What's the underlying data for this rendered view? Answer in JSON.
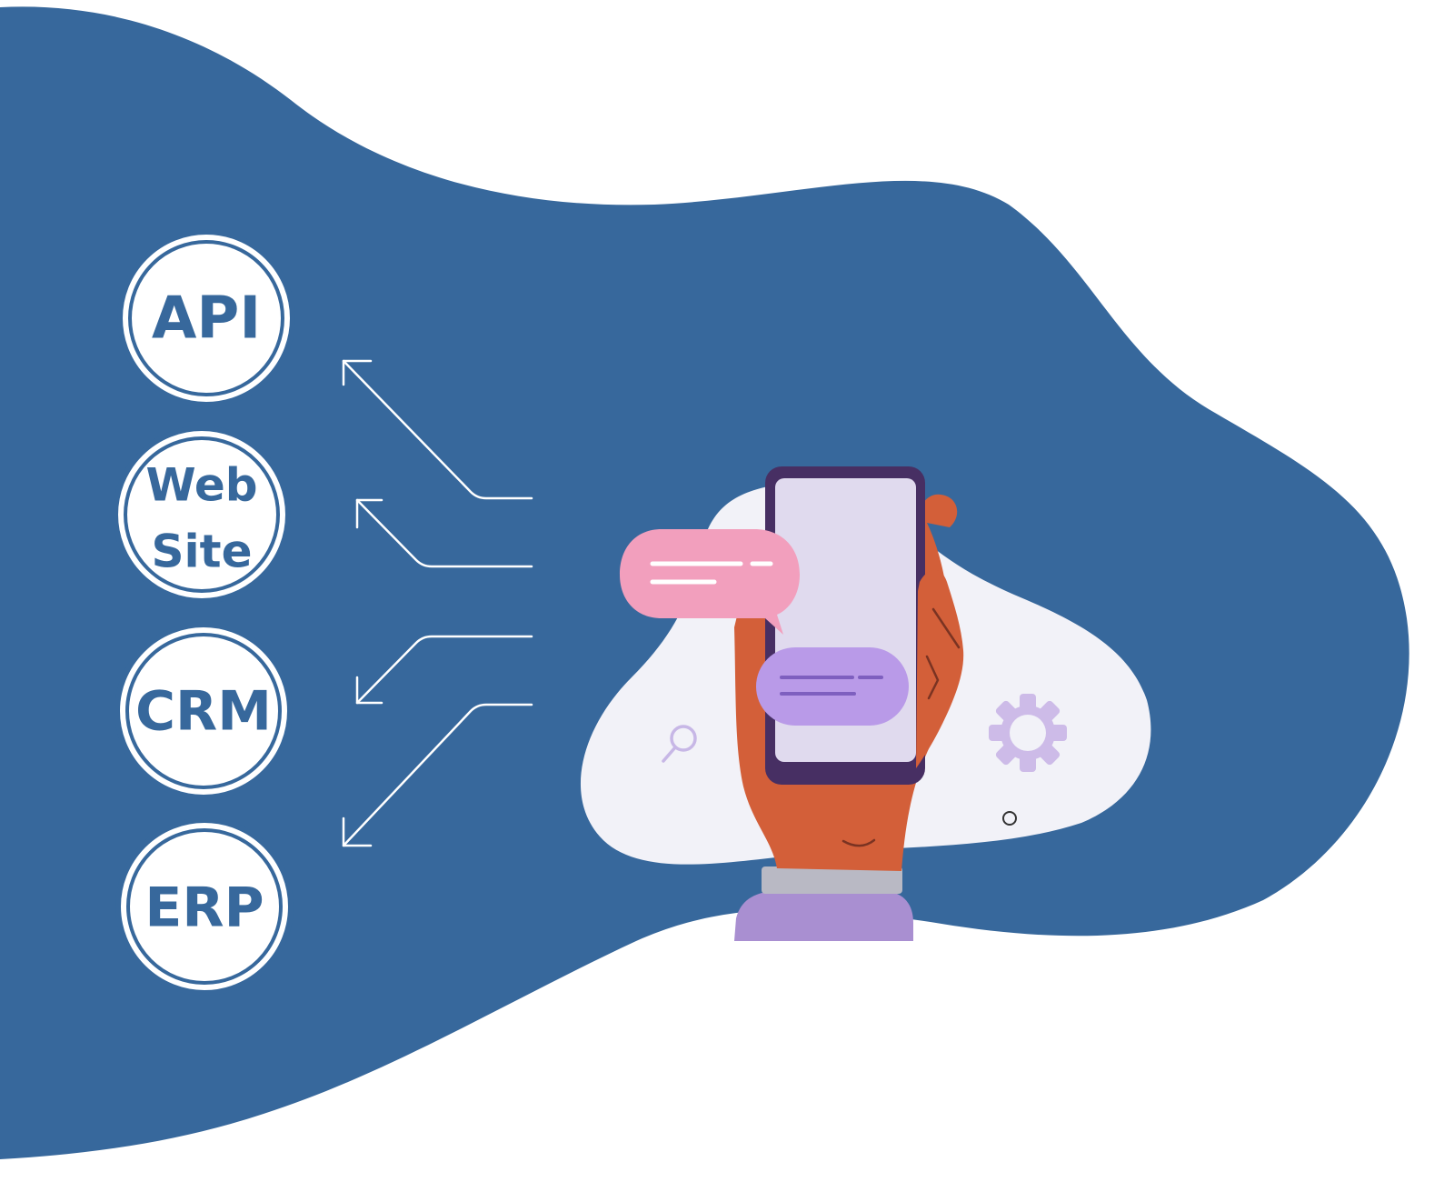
{
  "colors": {
    "background": "#ffffff",
    "blob_blue": "#37689c",
    "node_fill": "#ffffff",
    "node_ring": "#37689c",
    "node_text": "#37689c",
    "arrow_stroke": "#ffffff",
    "light_blob": "#f2f2f8",
    "phone_frame": "#472f63",
    "phone_screen": "#e0daee",
    "hand": "#d35f39",
    "sleeve_cuff": "#b9b9c4",
    "sleeve": "#a98fd1",
    "bubble_pink": "#f29fbd",
    "bubble_purple": "#b99ae8",
    "bubble_line_purple": "#7e5fbf",
    "gear": "#cdbbe8",
    "magnifier": "#c7b7e6"
  },
  "nodes": [
    {
      "id": "api",
      "lines": [
        "API"
      ]
    },
    {
      "id": "website",
      "lines": [
        "Web",
        "Site"
      ]
    },
    {
      "id": "crm",
      "lines": [
        "CRM"
      ]
    },
    {
      "id": "erp",
      "lines": [
        "ERP"
      ]
    }
  ],
  "icons": [
    "smartphone-icon",
    "hand-icon",
    "chat-bubble-icon",
    "gear-icon",
    "magnifier-icon",
    "arrow-icon"
  ]
}
